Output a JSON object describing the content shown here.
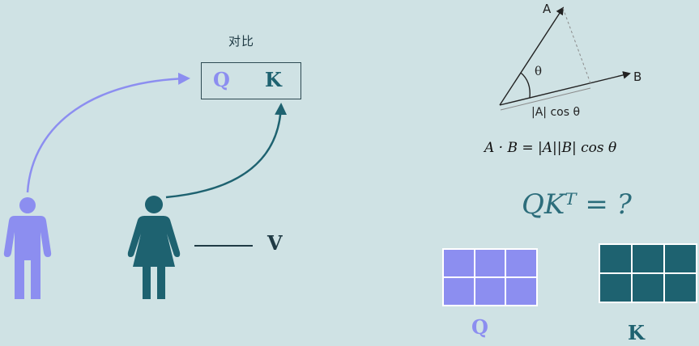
{
  "compare": {
    "title": "对比",
    "q": "Q",
    "k": "K"
  },
  "value_label": "V",
  "vector_diagram": {
    "a_label": "A",
    "b_label": "B",
    "theta": "θ",
    "projection": "|A| cos θ"
  },
  "dot_product_formula": "A · B = |A||B| cos θ",
  "qkt_question": "QKᵀ = ?",
  "matrices": {
    "q_label": "Q",
    "k_label": "K",
    "rows": 2,
    "cols": 3
  },
  "colors": {
    "background": "#cfe2e4",
    "query": "#8c8ef0",
    "key": "#1e6270",
    "text": "#1f3a44"
  },
  "icons": [
    "person-icon",
    "person-female-icon",
    "arrow-icon"
  ]
}
